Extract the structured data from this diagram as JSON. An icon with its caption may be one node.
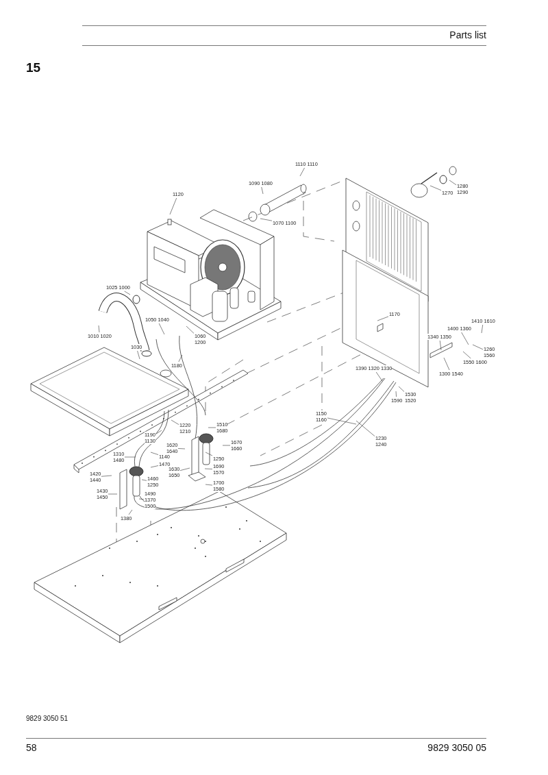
{
  "diagram": {
    "nodes": [
      {
        "text": [
          "1110 1110"
        ]
      },
      {
        "text": [
          "1090 1080"
        ]
      },
      {
        "text": [
          "1120"
        ]
      },
      {
        "text": [
          "1270"
        ]
      },
      {
        "text": [
          "1280",
          "1290"
        ]
      },
      {
        "text": [
          "1070 1100"
        ]
      },
      {
        "text": [
          "1025 1000"
        ]
      },
      {
        "text": [
          "1010 1020"
        ]
      },
      {
        "text": [
          "1050 1040"
        ]
      },
      {
        "text": [
          "1060",
          "1200"
        ]
      },
      {
        "text": [
          "1030"
        ]
      },
      {
        "text": [
          "1180"
        ]
      },
      {
        "text": [
          "1170"
        ]
      },
      {
        "text": [
          "1410 1610"
        ]
      },
      {
        "text": [
          "1400 1360"
        ]
      },
      {
        "text": [
          "1340 1350"
        ]
      },
      {
        "text": [
          "1260",
          "1560"
        ]
      },
      {
        "text": [
          "1550 1600"
        ]
      },
      {
        "text": [
          "1300 1540"
        ]
      },
      {
        "text": [
          "1390 1320 1330"
        ]
      },
      {
        "text": [
          "1530",
          "1520"
        ]
      },
      {
        "text": [
          "1590"
        ]
      },
      {
        "text": [
          "1150",
          "1160"
        ]
      },
      {
        "text": [
          "1230",
          "1240"
        ]
      },
      {
        "text": [
          "1220",
          "1210"
        ]
      },
      {
        "text": [
          "1190",
          "1130"
        ]
      },
      {
        "text": [
          "1510",
          "1680"
        ]
      },
      {
        "text": [
          "1670",
          "1660"
        ]
      },
      {
        "text": [
          "1620",
          "1640"
        ]
      },
      {
        "text": [
          "1310",
          "1480"
        ]
      },
      {
        "text": [
          "1140"
        ]
      },
      {
        "text": [
          "1470"
        ]
      },
      {
        "text": [
          "1250"
        ]
      },
      {
        "text": [
          "1690",
          "1570"
        ]
      },
      {
        "text": [
          "1630",
          "1650"
        ]
      },
      {
        "text": [
          "1420",
          "1440"
        ]
      },
      {
        "text": [
          "1460",
          "1250"
        ]
      },
      {
        "text": [
          "1700",
          "1580"
        ]
      },
      {
        "text": [
          "1430",
          "1450"
        ]
      },
      {
        "text": [
          "1490",
          "1370",
          "1500"
        ]
      },
      {
        "text": [
          "1380"
        ]
      }
    ],
    "edges": [
      {
        "from": 0,
        "to": null,
        "arrow": "none"
      },
      {
        "from": 1,
        "to": null,
        "arrow": "none"
      },
      {
        "from": 2,
        "to": null,
        "arrow": "none"
      },
      {
        "from": 3,
        "to": null,
        "arrow": "none"
      },
      {
        "from": 4,
        "to": null,
        "arrow": "none"
      },
      {
        "from": 5,
        "to": null,
        "arrow": "none"
      },
      {
        "from": 6,
        "to": null,
        "arrow": "none"
      },
      {
        "from": 7,
        "to": null,
        "arrow": "none"
      },
      {
        "from": 8,
        "to": null,
        "arrow": "none"
      },
      {
        "from": 9,
        "to": null,
        "arrow": "none"
      },
      {
        "from": 10,
        "to": null,
        "arrow": "none"
      },
      {
        "from": 11,
        "to": null,
        "arrow": "none"
      },
      {
        "from": 12,
        "to": null,
        "arrow": "none"
      },
      {
        "from": 13,
        "to": null,
        "arrow": "none"
      },
      {
        "from": 14,
        "to": null,
        "arrow": "none"
      },
      {
        "from": 15,
        "to": null,
        "arrow": "none"
      },
      {
        "from": 16,
        "to": null,
        "arrow": "none"
      },
      {
        "from": 17,
        "to": null,
        "arrow": "none"
      },
      {
        "from": 18,
        "to": null,
        "arrow": "none"
      },
      {
        "from": 19,
        "to": null,
        "arrow": "none"
      },
      {
        "from": 20,
        "to": null,
        "arrow": "none"
      },
      {
        "from": 21,
        "to": null,
        "arrow": "none"
      },
      {
        "from": 22,
        "to": null,
        "arrow": "none"
      },
      {
        "from": 23,
        "to": null,
        "arrow": "none"
      },
      {
        "from": 24,
        "to": null,
        "arrow": "none"
      },
      {
        "from": 25,
        "to": null,
        "arrow": "none"
      },
      {
        "from": 26,
        "to": null,
        "arrow": "none"
      },
      {
        "from": 27,
        "to": null,
        "arrow": "none"
      },
      {
        "from": 28,
        "to": null,
        "arrow": "none"
      },
      {
        "from": 29,
        "to": null,
        "arrow": "none"
      },
      {
        "from": 30,
        "to": null,
        "arrow": "none"
      },
      {
        "from": 31,
        "to": null,
        "arrow": "none"
      },
      {
        "from": 32,
        "to": null,
        "arrow": "none"
      },
      {
        "from": 33,
        "to": null,
        "arrow": "none"
      },
      {
        "from": 34,
        "to": null,
        "arrow": "none"
      },
      {
        "from": 35,
        "to": null,
        "arrow": "none"
      },
      {
        "from": 36,
        "to": null,
        "arrow": "none"
      },
      {
        "from": 37,
        "to": null,
        "arrow": "none"
      },
      {
        "from": 38,
        "to": null,
        "arrow": "none"
      },
      {
        "from": 39,
        "to": null,
        "arrow": "none"
      },
      {
        "from": 40,
        "to": null,
        "arrow": "none"
      }
    ],
    "labels": [
      "Parts list",
      "15",
      "9829 3050 51",
      "58",
      "9829 3050 05"
    ]
  }
}
